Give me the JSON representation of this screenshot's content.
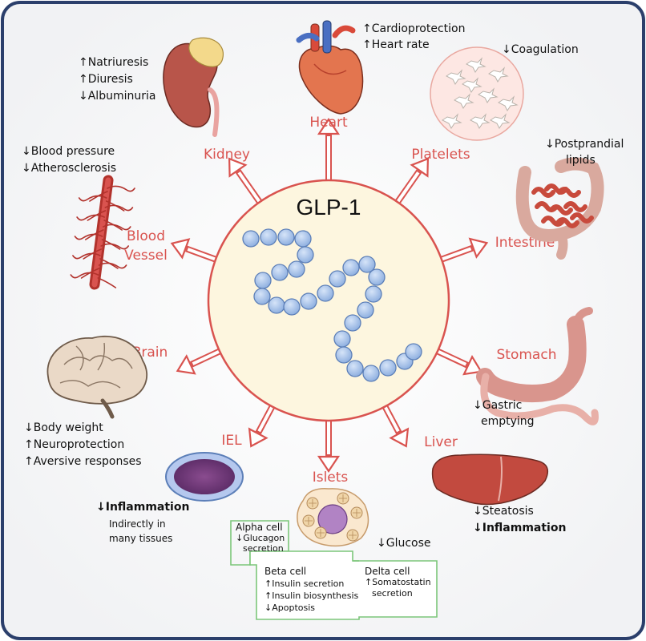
{
  "center_label": "GLP-1",
  "organs": {
    "heart": {
      "label": "Heart",
      "effects": [
        {
          "dir": "up",
          "text": "Cardioprotection"
        },
        {
          "dir": "up",
          "text": "Heart rate"
        }
      ]
    },
    "kidney": {
      "label": "Kidney",
      "effects": [
        {
          "dir": "up",
          "text": "Natriuresis"
        },
        {
          "dir": "up",
          "text": "Diuresis"
        },
        {
          "dir": "down",
          "text": "Albuminuria"
        }
      ]
    },
    "platelets": {
      "label": "Platelets",
      "effects": [
        {
          "dir": "down",
          "text": "Coagulation"
        }
      ]
    },
    "blood_vessel": {
      "label_line1": "Blood",
      "label_line2": "Vessel",
      "effects": [
        {
          "dir": "down",
          "text": "Blood pressure"
        },
        {
          "dir": "down",
          "text": "Atherosclerosis"
        }
      ]
    },
    "intestine": {
      "label": "Intestine",
      "effects_line1": "Postprandial",
      "effects_line2": "lipids",
      "dir": "down"
    },
    "brain": {
      "label": "Brain",
      "effects": [
        {
          "dir": "down",
          "text": "Body weight"
        },
        {
          "dir": "up",
          "text": "Neuroprotection"
        },
        {
          "dir": "up",
          "text": "Aversive responses"
        }
      ]
    },
    "stomach": {
      "label": "Stomach",
      "effects_line1": "Gastric",
      "effects_line2": "emptying",
      "dir": "down"
    },
    "iel": {
      "label": "IEL",
      "effect_main": "Inflammation",
      "dir": "down",
      "note_line1": "Indirectly in",
      "note_line2": "many tissues"
    },
    "liver": {
      "label": "Liver",
      "effects": [
        {
          "dir": "down",
          "text": "Steatosis",
          "bold": false
        },
        {
          "dir": "down",
          "text": "Inflammation",
          "bold": true
        }
      ]
    },
    "islets": {
      "label": "Islets",
      "glucose": "Glucose",
      "alpha": {
        "title": "Alpha cell",
        "line1": "Glucagon",
        "line2": "secretion"
      },
      "beta": {
        "title": "Beta cell",
        "effects": [
          {
            "dir": "up",
            "text": "Insulin secretion"
          },
          {
            "dir": "up",
            "text": "Insulin biosynthesis"
          },
          {
            "dir": "down",
            "text": "Apoptosis"
          }
        ]
      },
      "delta": {
        "title": "Delta cell",
        "line1": "Somatostatin",
        "line2": "secretion"
      }
    }
  },
  "colors": {
    "accent": "#d9534f",
    "center_fill": "#fdf6df",
    "bead": "#a9c4ec",
    "bead_stroke": "#5c7fb8",
    "frame": "#2b3f6b",
    "islet_box": "#7cc67a"
  },
  "icons": [
    "heart-icon",
    "kidney-icon",
    "platelets-icon",
    "blood-vessel-icon",
    "intestine-icon",
    "brain-icon",
    "stomach-icon",
    "iel-cell-icon",
    "liver-icon",
    "islet-icon"
  ]
}
